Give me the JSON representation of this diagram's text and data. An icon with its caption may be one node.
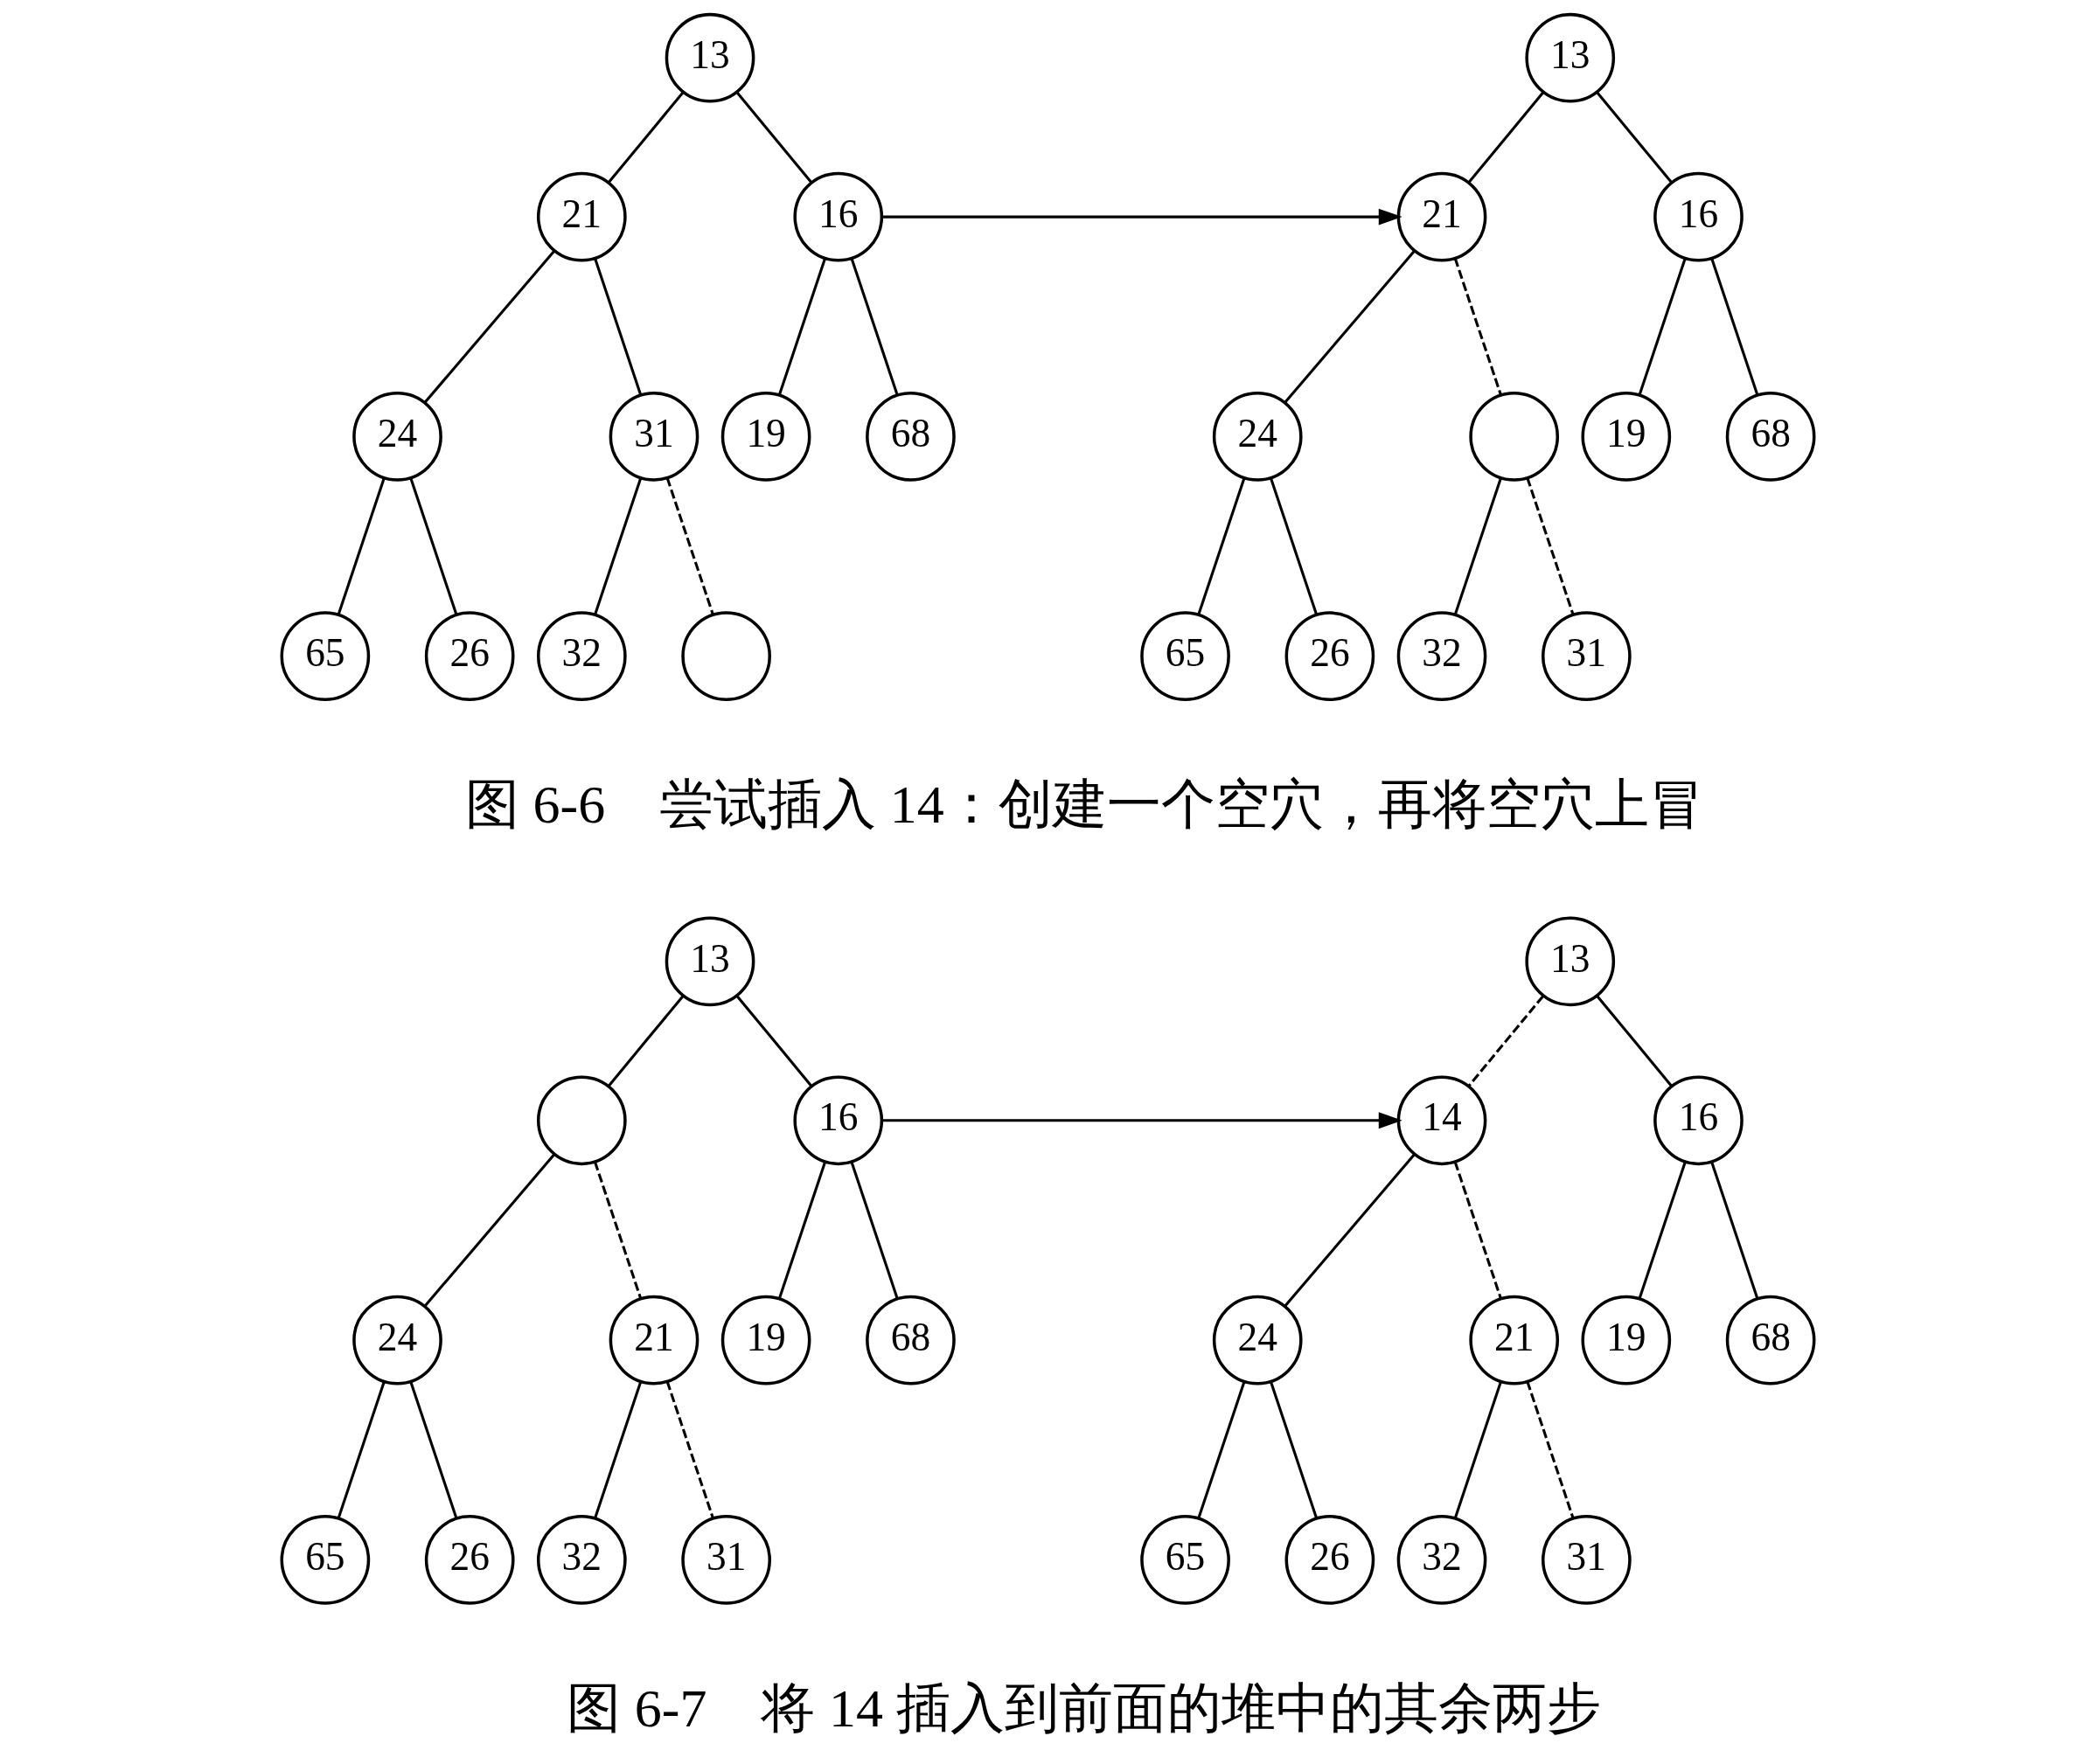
{
  "diagram": {
    "nodes": [
      {
        "text": [
          "13"
        ]
      },
      {
        "text": [
          "21"
        ]
      },
      {
        "text": [
          "16"
        ]
      },
      {
        "text": [
          "24"
        ]
      },
      {
        "text": [
          "31"
        ]
      },
      {
        "text": [
          "19"
        ]
      },
      {
        "text": [
          "68"
        ]
      },
      {
        "text": [
          "65"
        ]
      },
      {
        "text": [
          "26"
        ]
      },
      {
        "text": [
          "32"
        ]
      },
      {
        "text": [],
        "shape": "circle"
      },
      {
        "text": [
          "13"
        ]
      },
      {
        "text": [
          "21"
        ]
      },
      {
        "text": [
          "16"
        ]
      },
      {
        "text": [
          "24"
        ]
      },
      {
        "text": [],
        "shape": "circle"
      },
      {
        "text": [
          "19"
        ]
      },
      {
        "text": [
          "68"
        ]
      },
      {
        "text": [
          "65"
        ]
      },
      {
        "text": [
          "26"
        ]
      },
      {
        "text": [
          "32"
        ]
      },
      {
        "text": [
          "31"
        ]
      },
      {
        "text": [
          "13"
        ]
      },
      {
        "text": [],
        "shape": "circle"
      },
      {
        "text": [
          "16"
        ]
      },
      {
        "text": [
          "24"
        ]
      },
      {
        "text": [
          "21"
        ]
      },
      {
        "text": [
          "19"
        ]
      },
      {
        "text": [
          "68"
        ]
      },
      {
        "text": [
          "65"
        ]
      },
      {
        "text": [
          "26"
        ]
      },
      {
        "text": [
          "32"
        ]
      },
      {
        "text": [
          "31"
        ]
      },
      {
        "text": [
          "13"
        ]
      },
      {
        "text": [
          "14"
        ]
      },
      {
        "text": [
          "16"
        ]
      },
      {
        "text": [
          "24"
        ]
      },
      {
        "text": [
          "21"
        ]
      },
      {
        "text": [
          "19"
        ]
      },
      {
        "text": [
          "68"
        ]
      },
      {
        "text": [
          "65"
        ]
      },
      {
        "text": [
          "26"
        ]
      },
      {
        "text": [
          "32"
        ]
      },
      {
        "text": [
          "31"
        ]
      }
    ],
    "edges": [
      {
        "from": 0,
        "to": 1,
        "arrow": "none"
      },
      {
        "from": 0,
        "to": 2,
        "arrow": "none"
      },
      {
        "from": 1,
        "to": 3,
        "arrow": "none"
      },
      {
        "from": 1,
        "to": 4,
        "arrow": "none"
      },
      {
        "from": 2,
        "to": 5,
        "arrow": "none"
      },
      {
        "from": 2,
        "to": 6,
        "arrow": "none"
      },
      {
        "from": 3,
        "to": 7,
        "arrow": "none"
      },
      {
        "from": 3,
        "to": 8,
        "arrow": "none"
      },
      {
        "from": 4,
        "to": 9,
        "arrow": "none"
      },
      {
        "from": 4,
        "to": 10,
        "arrow": "none",
        "style": "dashed"
      },
      {
        "from": 11,
        "to": 12,
        "arrow": "none"
      },
      {
        "from": 11,
        "to": 13,
        "arrow": "none"
      },
      {
        "from": 12,
        "to": 14,
        "arrow": "none"
      },
      {
        "from": 12,
        "to": 15,
        "arrow": "none",
        "style": "dashed"
      },
      {
        "from": 13,
        "to": 16,
        "arrow": "none"
      },
      {
        "from": 13,
        "to": 17,
        "arrow": "none"
      },
      {
        "from": 14,
        "to": 18,
        "arrow": "none"
      },
      {
        "from": 14,
        "to": 19,
        "arrow": "none"
      },
      {
        "from": 15,
        "to": 20,
        "arrow": "none"
      },
      {
        "from": 15,
        "to": 21,
        "arrow": "none",
        "style": "dashed"
      },
      {
        "from": 2,
        "to": 12,
        "arrow": "to"
      },
      {
        "from": 22,
        "to": 23,
        "arrow": "none"
      },
      {
        "from": 22,
        "to": 24,
        "arrow": "none"
      },
      {
        "from": 23,
        "to": 25,
        "arrow": "none"
      },
      {
        "from": 23,
        "to": 26,
        "arrow": "none",
        "style": "dashed"
      },
      {
        "from": 24,
        "to": 27,
        "arrow": "none"
      },
      {
        "from": 24,
        "to": 28,
        "arrow": "none"
      },
      {
        "from": 25,
        "to": 29,
        "arrow": "none"
      },
      {
        "from": 25,
        "to": 30,
        "arrow": "none"
      },
      {
        "from": 26,
        "to": 31,
        "arrow": "none"
      },
      {
        "from": 26,
        "to": 32,
        "arrow": "none",
        "style": "dashed"
      },
      {
        "from": 33,
        "to": 34,
        "arrow": "none",
        "style": "dashed"
      },
      {
        "from": 33,
        "to": 35,
        "arrow": "none"
      },
      {
        "from": 34,
        "to": 36,
        "arrow": "none"
      },
      {
        "from": 34,
        "to": 37,
        "arrow": "none",
        "style": "dashed"
      },
      {
        "from": 35,
        "to": 38,
        "arrow": "none"
      },
      {
        "from": 35,
        "to": 39,
        "arrow": "none"
      },
      {
        "from": 36,
        "to": 40,
        "arrow": "none"
      },
      {
        "from": 36,
        "to": 41,
        "arrow": "none"
      },
      {
        "from": 37,
        "to": 42,
        "arrow": "none"
      },
      {
        "from": 37,
        "to": 43,
        "arrow": "none",
        "style": "dashed"
      },
      {
        "from": 24,
        "to": 34,
        "arrow": "to"
      }
    ],
    "labels": [
      "图 6-6　尝试插入 14：创建一个空穴，再将空穴上冒",
      "图 6-7　将 14 插入到前面的堆中的其余两步"
    ]
  }
}
